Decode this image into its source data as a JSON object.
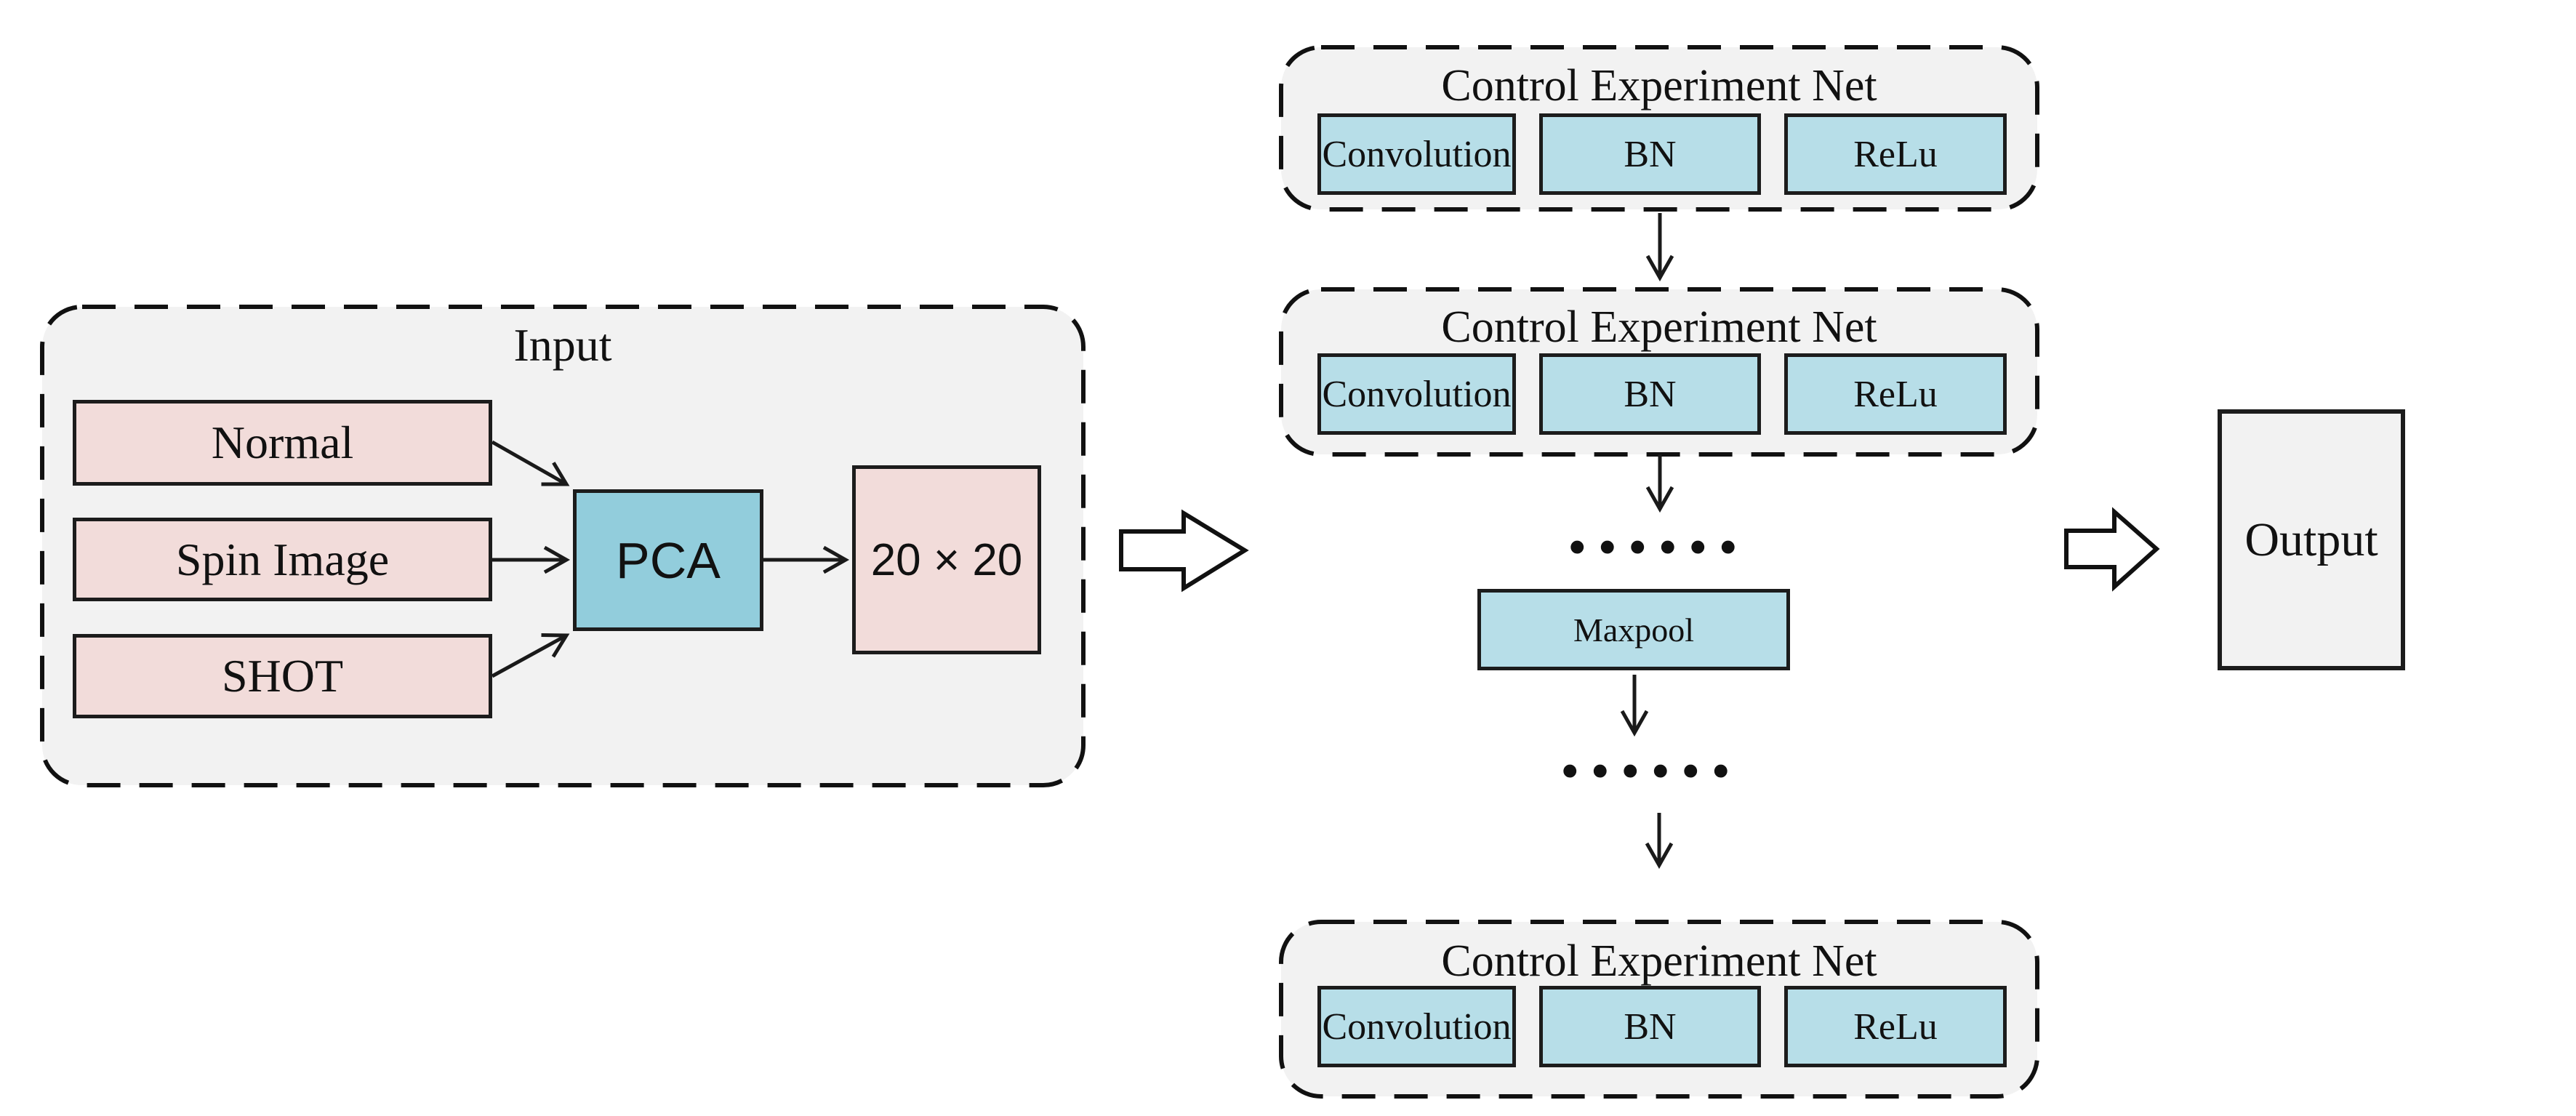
{
  "diagram": {
    "input_group": {
      "title": "Input",
      "features": [
        "Normal",
        "Spin Image",
        "SHOT"
      ],
      "pca": "PCA",
      "matrix": "20 × 20"
    },
    "network": {
      "block1": {
        "title": "Control Experiment Net",
        "layers": [
          "Convolution",
          "BN",
          "ReLu"
        ]
      },
      "block2": {
        "title": "Control Experiment Net",
        "layers": [
          "Convolution",
          "BN",
          "ReLu"
        ]
      },
      "block3": {
        "title": "Control Experiment Net",
        "layers": [
          "Convolution",
          "BN",
          "ReLu"
        ]
      },
      "maxpool": "Maxpool",
      "ellipsis": "......"
    },
    "output": {
      "title": "Output"
    },
    "colors": {
      "container_fill": "#f2f2f2",
      "feature_fill": "#f2dcda",
      "layer_fill": "#b7dee8",
      "pca_fill": "#92cddc",
      "line": "#1a1a1a"
    }
  }
}
